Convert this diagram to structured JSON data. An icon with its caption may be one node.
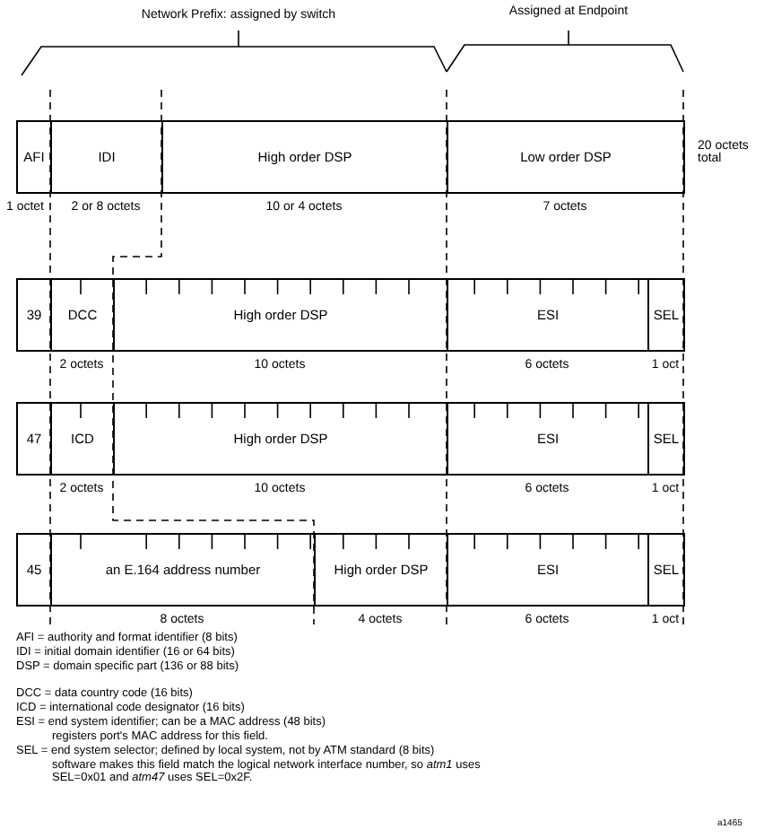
{
  "diagram": {
    "nodes": [
      {
        "text": [
          "AFI"
        ],
        "beside": [
          "1 octet"
        ]
      },
      {
        "text": [
          "IDI"
        ],
        "beside": [
          "2 or 8 octets"
        ]
      },
      {
        "text": [
          "High order DSP"
        ],
        "beside": [
          "10 or 4 octets"
        ]
      },
      {
        "text": [
          "Low order DSP"
        ],
        "beside": [
          "7 octets"
        ]
      },
      {
        "text": [
          "39"
        ]
      },
      {
        "text": [
          "DCC"
        ],
        "beside": [
          "2 octets"
        ]
      },
      {
        "text": [
          "High order DSP"
        ],
        "beside": [
          "10 octets"
        ]
      },
      {
        "text": [
          "ESI"
        ],
        "beside": [
          "6 octets"
        ]
      },
      {
        "text": [
          "SEL"
        ],
        "beside": [
          "1 oct"
        ]
      },
      {
        "text": [
          "47"
        ]
      },
      {
        "text": [
          "ICD"
        ],
        "beside": [
          "2 octets"
        ]
      },
      {
        "text": [
          "High order DSP"
        ],
        "beside": [
          "10 octets"
        ]
      },
      {
        "text": [
          "ESI"
        ],
        "beside": [
          "6 octets"
        ]
      },
      {
        "text": [
          "SEL"
        ],
        "beside": [
          "1 oct"
        ]
      },
      {
        "text": [
          "45"
        ]
      },
      {
        "text": [
          "an E.164 address number"
        ],
        "beside": [
          "8 octets"
        ]
      },
      {
        "text": [
          "High order DSP"
        ],
        "beside": [
          "4 octets"
        ]
      },
      {
        "text": [
          "ESI"
        ],
        "beside": [
          "6 octets"
        ]
      },
      {
        "text": [
          "SEL"
        ],
        "beside": [
          "1 oct"
        ]
      }
    ],
    "edges": [],
    "labels": [
      "Network Prefix: assigned by switch",
      "Assigned at Endpoint",
      "20 octets total",
      "AFI = authority and format identifier (8 bits)",
      "IDI = initial domain identifier (16 or 64 bits)",
      "DSP = domain specific part (136 or 88 bits)",
      "DCC = data country code (16 bits)",
      "ICD = international code designator (16 bits)",
      "ESI = end system identifier; can be a MAC address (48 bits)",
      "registers port's MAC address for this field.",
      "SEL = end system selector; defined by local system, not by ATM standard (8 bits)",
      "software makes this field match the logical network interface number, so *atm1* uses SEL=0x01 and *atm47* uses SEL=0x2F.",
      "a1465"
    ]
  }
}
